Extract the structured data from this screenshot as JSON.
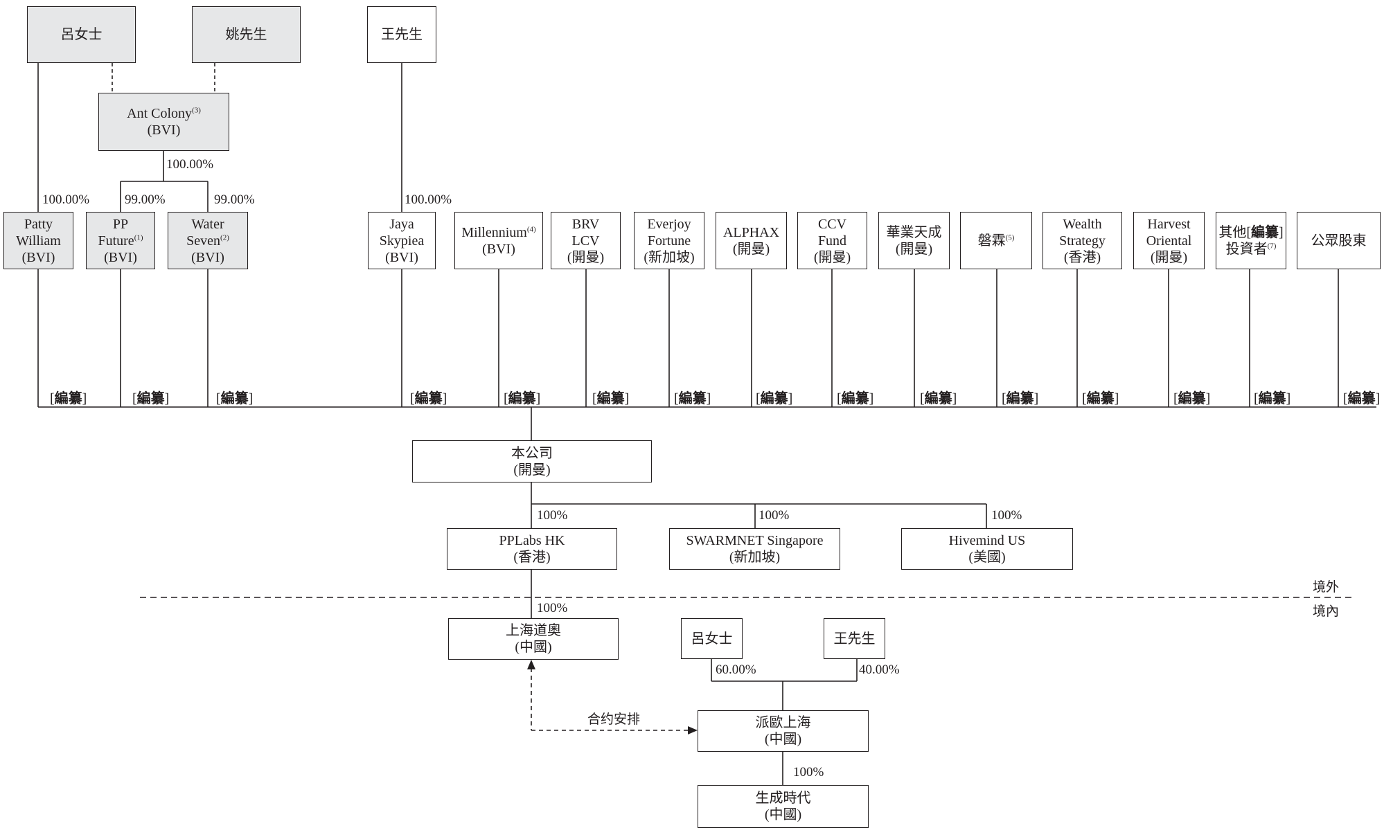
{
  "diagram": {
    "top_holders": {
      "lv": "呂女士",
      "yao": "姚先生",
      "wang": "王先生"
    },
    "ant_colony": {
      "name": "Ant Colony",
      "note": "(3)",
      "place": "(BVI)"
    },
    "ant_colony_pct": "100.00%",
    "shareholders": [
      {
        "key": "patty",
        "lines": [
          "Patty",
          "William",
          "(BVI)"
        ],
        "shaded": true,
        "pct_in": "100.00%"
      },
      {
        "key": "pp",
        "lines": [
          "PP",
          "Future",
          "(BVI)"
        ],
        "note": "(1)",
        "shaded": true,
        "pct_in": "99.00%"
      },
      {
        "key": "water",
        "lines": [
          "Water",
          "Seven",
          "(BVI)"
        ],
        "note": "(2)",
        "shaded": true,
        "pct_in": "99.00%"
      },
      {
        "key": "jaya",
        "lines": [
          "Jaya",
          "Skypiea",
          "(BVI)"
        ],
        "pct_in": "100.00%"
      },
      {
        "key": "millennium",
        "lines": [
          "Millennium",
          "(BVI)"
        ],
        "note": "(4)"
      },
      {
        "key": "brv",
        "lines": [
          "BRV",
          "LCV",
          "(開曼)"
        ]
      },
      {
        "key": "everjoy",
        "lines": [
          "Everjoy",
          "Fortune",
          "(新加坡)"
        ]
      },
      {
        "key": "alphax",
        "lines": [
          "ALPHAX",
          "(開曼)"
        ]
      },
      {
        "key": "ccv",
        "lines": [
          "CCV",
          "Fund",
          "(開曼)"
        ]
      },
      {
        "key": "huaye",
        "lines": [
          "華業天成",
          "(開曼)"
        ]
      },
      {
        "key": "panlin",
        "lines": [
          "磐霖"
        ],
        "note": "(5)"
      },
      {
        "key": "wealth",
        "lines": [
          "Wealth",
          "Strategy",
          "(香港)"
        ]
      },
      {
        "key": "harvest",
        "lines": [
          "Harvest",
          "Oriental",
          "(開曼)"
        ]
      },
      {
        "key": "others",
        "lines": [
          "其他",
          "編纂",
          "投資者"
        ],
        "note": "(7)"
      },
      {
        "key": "public",
        "lines": [
          "公眾股東"
        ]
      }
    ],
    "redacted": {
      "open": "[",
      "text": "編纂",
      "close": "]"
    },
    "company": {
      "name": "本公司",
      "place": "(開曼)"
    },
    "subsidiaries": [
      {
        "key": "pplabs",
        "name": "PPLabs HK",
        "place": "(香港)",
        "pct": "100%"
      },
      {
        "key": "swarmnet",
        "name": "SWARMNET Singapore",
        "place": "(新加坡)",
        "pct": "100%"
      },
      {
        "key": "hivemind",
        "name": "Hivemind US",
        "place": "(美國)",
        "pct": "100%"
      }
    ],
    "boundary": {
      "offshore": "境外",
      "onshore": "境內"
    },
    "shanghai_daoao": {
      "name": "上海道奧",
      "place": "(中國)",
      "pct": "100%"
    },
    "domestic_holders": [
      {
        "key": "lv",
        "name": "呂女士",
        "pct": "60.00%"
      },
      {
        "key": "wang",
        "name": "王先生",
        "pct": "40.00%"
      }
    ],
    "contract": "合约安排",
    "paiou": {
      "name": "派歐上海",
      "place": "(中國)"
    },
    "shengcheng": {
      "name": "生成時代",
      "place": "(中國)",
      "pct": "100%"
    }
  }
}
